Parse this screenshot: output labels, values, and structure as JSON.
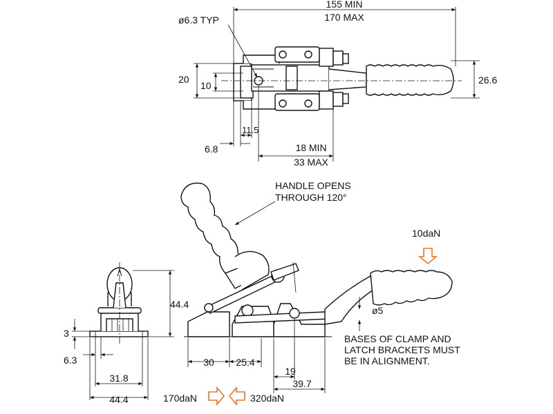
{
  "top_view": {
    "overall_min": "155 MIN",
    "overall_max": "170 MAX",
    "hole_dia": "ø6.3 TYP",
    "height_outer": "20",
    "height_inner": "10",
    "offset_a": "11.5",
    "offset_b": "6.8",
    "stroke_min": "18 MIN",
    "stroke_max": "33 MAX",
    "handle_width": "26.6"
  },
  "side_view": {
    "handle_note_line1": "HANDLE OPENS",
    "handle_note_line2": "THROUGH 120°",
    "force_handle": "10daN",
    "pin_dia": "ø5",
    "height": "44.4",
    "base_a": "30",
    "base_b": "25.4",
    "latch_a": "19",
    "latch_b": "39.7",
    "note_line1": "BASES OF CLAMP AND",
    "note_line2": "LATCH BRACKETS MUST",
    "note_line3": "BE IN ALIGNMENT."
  },
  "end_view": {
    "base_thk": "3",
    "hole_offset": "6.3",
    "hole_span": "31.8",
    "base_width": "44.4"
  },
  "forces": {
    "force_left": "170daN",
    "force_right": "320daN",
    "arrow_color": "#e87722"
  }
}
